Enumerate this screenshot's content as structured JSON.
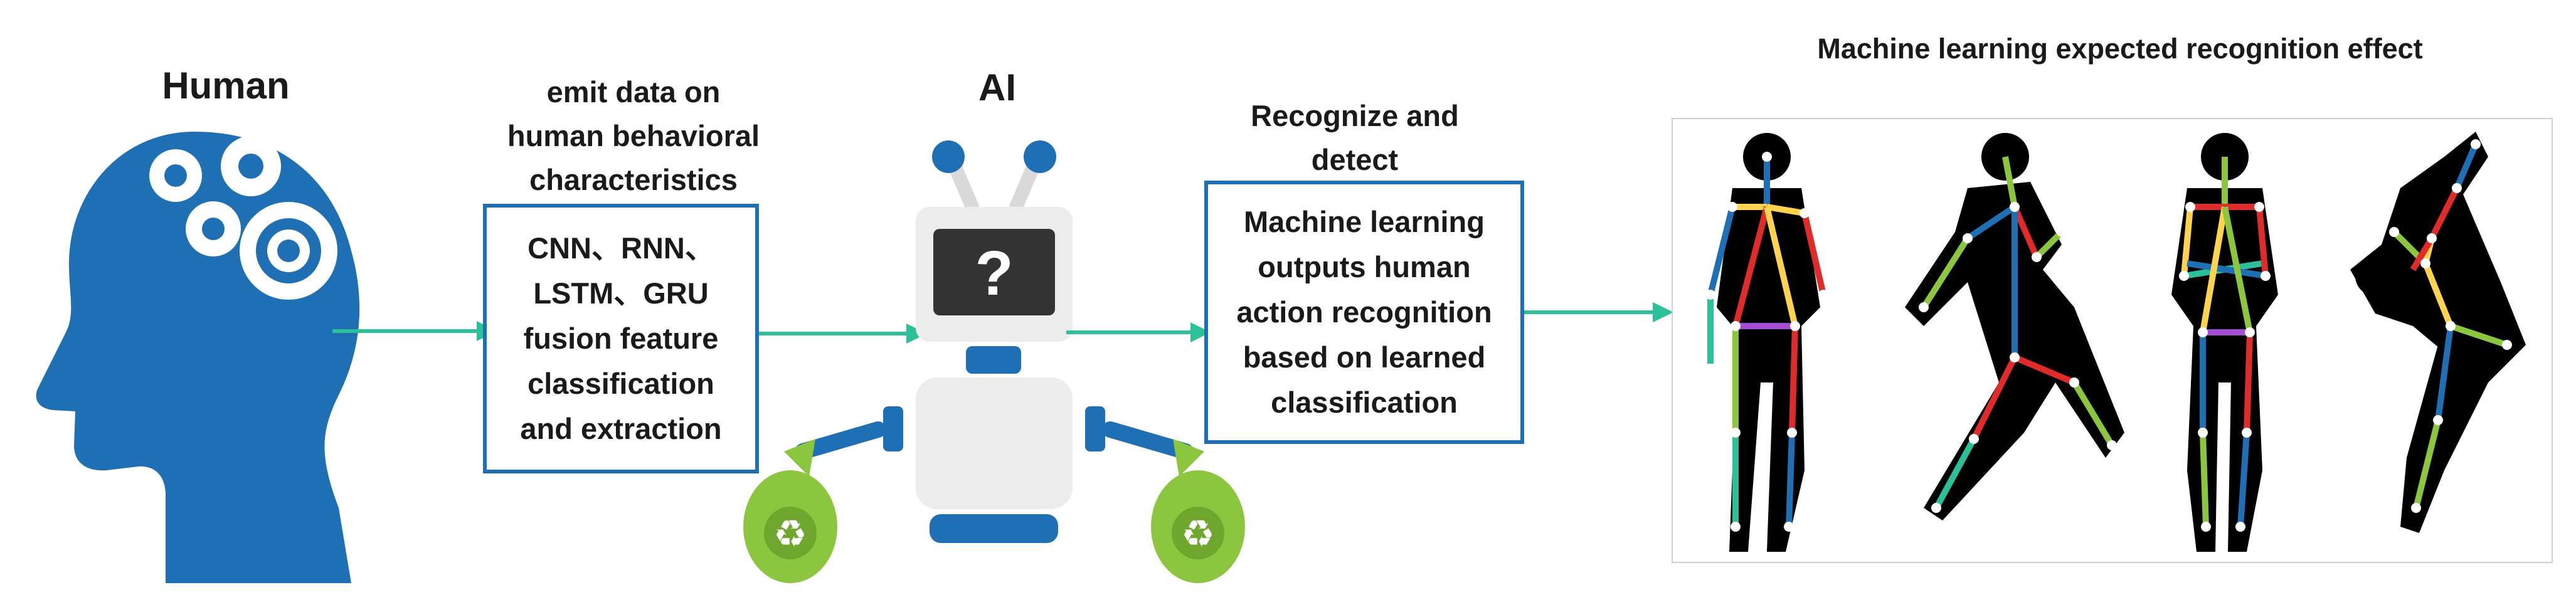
{
  "human": {
    "title": "Human"
  },
  "emit": {
    "heading_lines": [
      "emit data on",
      "human behavioral",
      "characteristics"
    ],
    "box_lines": [
      "CNN、RNN、",
      "LSTM、GRU",
      "fusion feature",
      "classification",
      "and extraction"
    ]
  },
  "ai": {
    "title": "AI",
    "screen_symbol": "?"
  },
  "recognize": {
    "heading_lines": [
      "Recognize and",
      "detect"
    ],
    "box_lines": [
      "Machine learning",
      "outputs human",
      "action recognition",
      "based on learned",
      "classification"
    ]
  },
  "effect": {
    "title": "Machine learning expected recognition effect",
    "figures": 4
  },
  "colors": {
    "primary_blue": "#1f6fb5",
    "arrow_teal": "#2bbf9a",
    "bag_green": "#8cc63f",
    "robot_gray": "#ececec",
    "screen_dark": "#333333"
  }
}
